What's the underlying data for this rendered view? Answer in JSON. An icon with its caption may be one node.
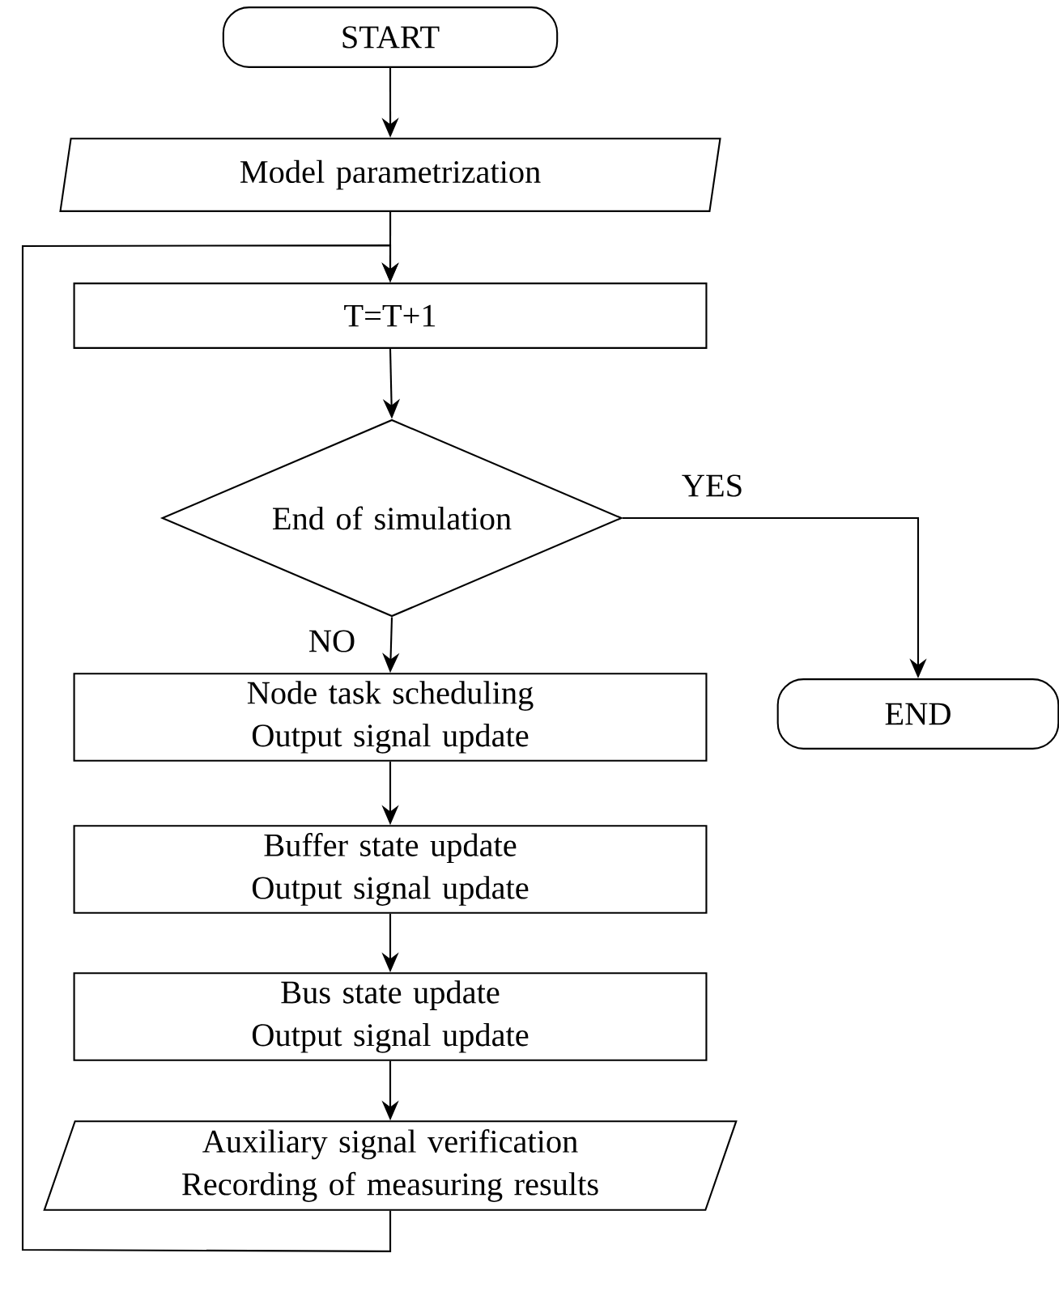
{
  "diagram": {
    "nodes": [
      {
        "text": [
          "START"
        ]
      },
      {
        "text": [
          "Model parametrization"
        ]
      },
      {
        "text": [
          "T=T+1"
        ]
      },
      {
        "text": [
          "End of simulation"
        ]
      },
      {
        "text": [
          "END"
        ]
      },
      {
        "text": [
          "Node task scheduling Output signal update"
        ]
      },
      {
        "text": [
          "Buffer state update Output signal update"
        ]
      },
      {
        "text": [
          "Bus state update Output signal update"
        ]
      },
      {
        "text": [
          "Auxiliary signal verification Recording of measuring results"
        ]
      }
    ],
    "edges": [
      {
        "from": 0,
        "to": 1,
        "arrow": "to"
      },
      {
        "from": 1,
        "to": 2,
        "arrow": "to"
      },
      {
        "from": 2,
        "to": 3,
        "arrow": "to"
      },
      {
        "from": 3,
        "to": 4,
        "arrow": "to",
        "label": "YES"
      },
      {
        "from": 3,
        "to": 5,
        "arrow": "to",
        "label": "NO"
      },
      {
        "from": 5,
        "to": 6,
        "arrow": "to"
      },
      {
        "from": 6,
        "to": 7,
        "arrow": "to"
      },
      {
        "from": 7,
        "to": 8,
        "arrow": "to"
      },
      {
        "from": 8,
        "to": 2,
        "arrow": "to"
      }
    ]
  }
}
